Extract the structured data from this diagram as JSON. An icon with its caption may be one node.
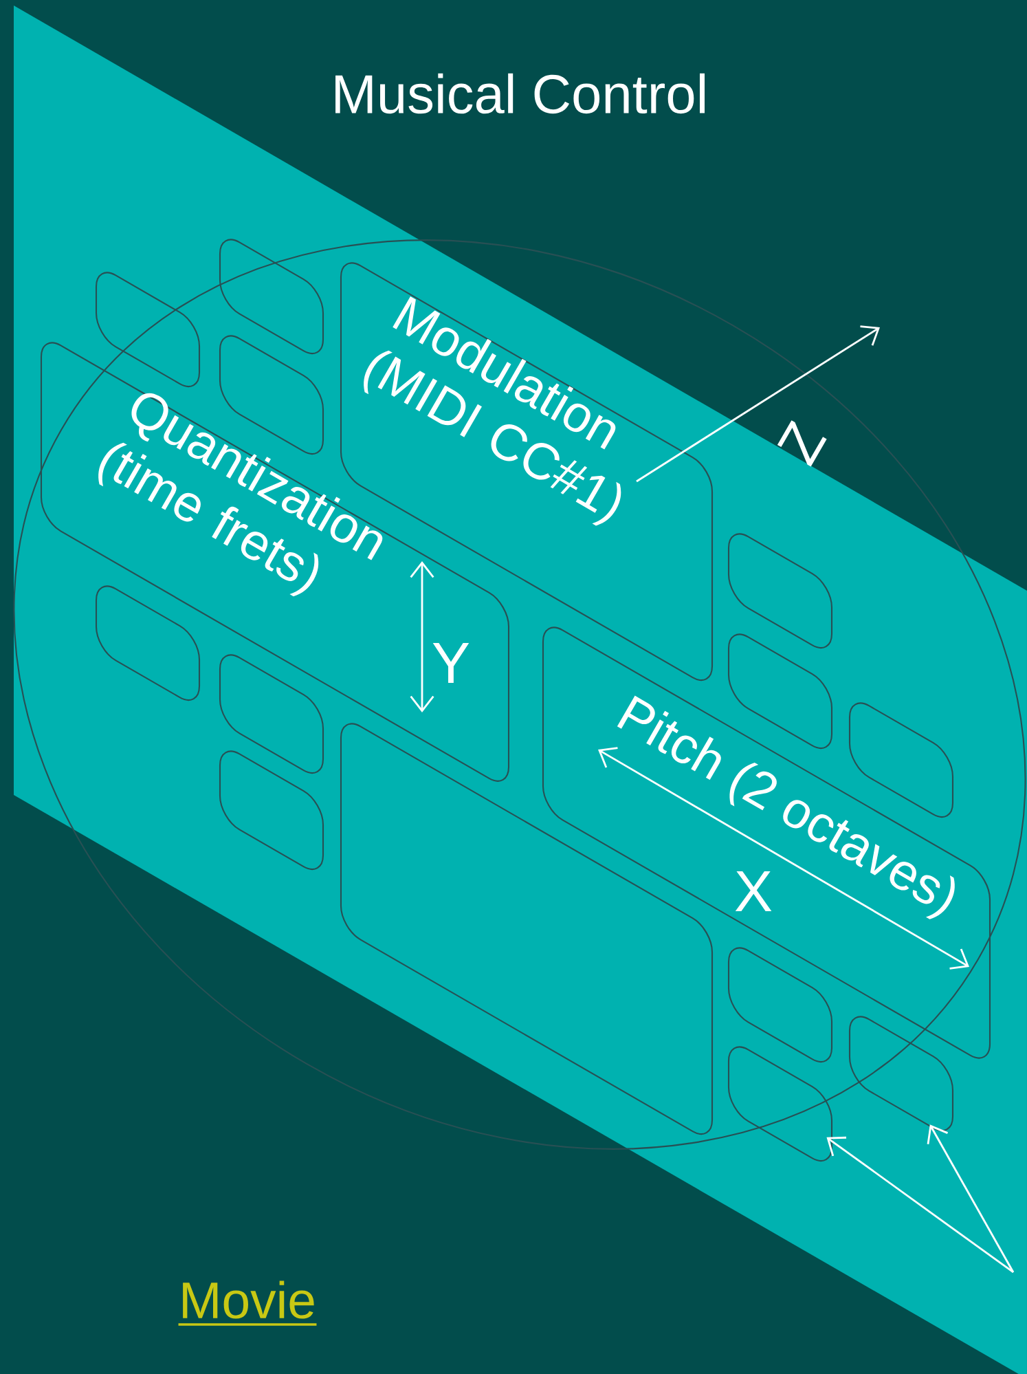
{
  "diagram": {
    "title": "Musical Control",
    "nodes": [
      {
        "text": [],
        "shape": "ellipse"
      },
      {
        "text": [],
        "shape": "box",
        "in": 0
      },
      {
        "text": [],
        "shape": "box",
        "in": 0
      },
      {
        "text": [
          "Modulation (MIDI CC#1)"
        ],
        "in": 0
      },
      {
        "text": [],
        "shape": "box",
        "in": 0
      },
      {
        "text": [
          "Quantization (time frets)"
        ],
        "in": 0
      },
      {
        "text": [],
        "shape": "box",
        "in": 0
      },
      {
        "text": [],
        "shape": "box",
        "in": 0
      },
      {
        "text": [],
        "shape": "box",
        "in": 0
      },
      {
        "text": [
          "Pitch (2 octaves)"
        ],
        "in": 0
      },
      {
        "text": [],
        "shape": "box",
        "in": 0
      },
      {
        "text": [],
        "shape": "box",
        "in": 0
      },
      {
        "text": [],
        "shape": "box",
        "in": 0
      },
      {
        "text": [],
        "shape": "box",
        "in": 0
      },
      {
        "text": [],
        "shape": "box",
        "in": 0
      },
      {
        "text": [],
        "shape": "box",
        "in": 0
      },
      {
        "text": [],
        "shape": "box",
        "in": 0
      }
    ],
    "edges": [
      {
        "from": null,
        "to": 16,
        "arrow": "to"
      },
      {
        "from": null,
        "to": 15,
        "arrow": "to"
      }
    ],
    "labels": [
      "Y",
      "Z",
      "X",
      "Movie"
    ]
  }
}
